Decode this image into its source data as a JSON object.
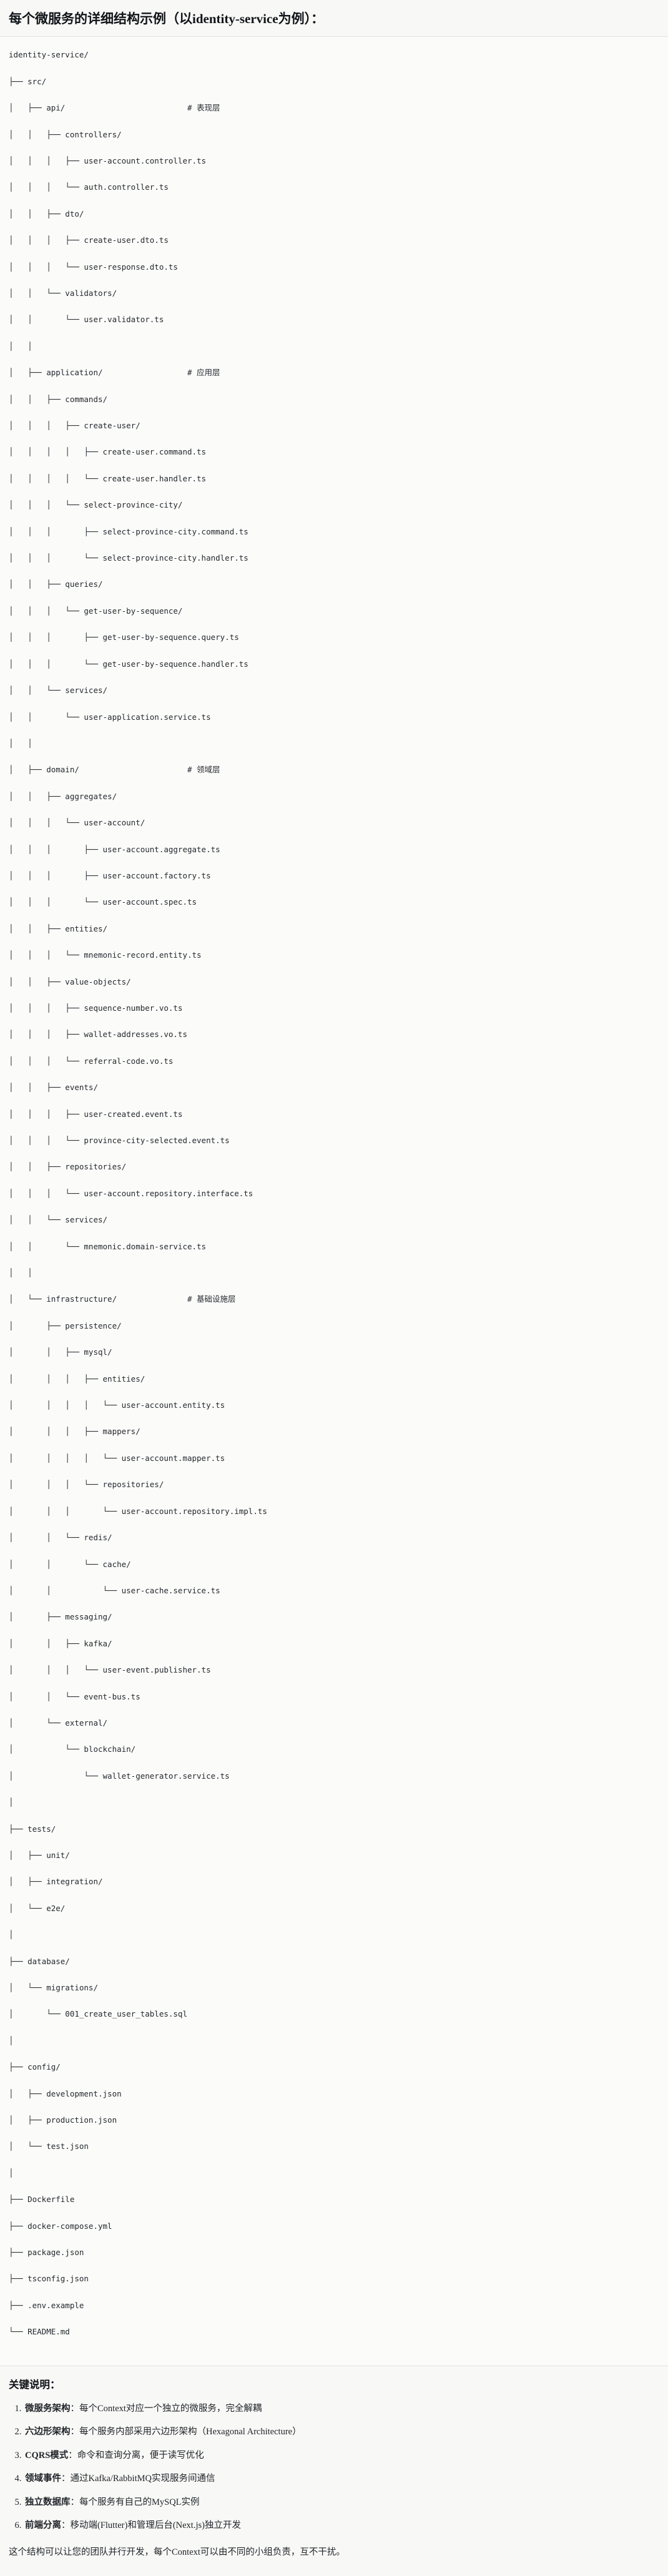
{
  "heading": {
    "title": "每个微服务的详细结构示例（以identity-service为例）："
  },
  "tree": {
    "lines": [
      "identity-service/",
      "├── src/",
      "│   ├── api/                          # 表现层",
      "│   │   ├── controllers/",
      "│   │   │   ├── user-account.controller.ts",
      "│   │   │   └── auth.controller.ts",
      "│   │   ├── dto/",
      "│   │   │   ├── create-user.dto.ts",
      "│   │   │   └── user-response.dto.ts",
      "│   │   └── validators/",
      "│   │       └── user.validator.ts",
      "│   │",
      "│   ├── application/                  # 应用层",
      "│   │   ├── commands/",
      "│   │   │   ├── create-user/",
      "│   │   │   │   ├── create-user.command.ts",
      "│   │   │   │   └── create-user.handler.ts",
      "│   │   │   └── select-province-city/",
      "│   │   │       ├── select-province-city.command.ts",
      "│   │   │       └── select-province-city.handler.ts",
      "│   │   ├── queries/",
      "│   │   │   └── get-user-by-sequence/",
      "│   │   │       ├── get-user-by-sequence.query.ts",
      "│   │   │       └── get-user-by-sequence.handler.ts",
      "│   │   └── services/",
      "│   │       └── user-application.service.ts",
      "│   │",
      "│   ├── domain/                       # 领域层",
      "│   │   ├── aggregates/",
      "│   │   │   └── user-account/",
      "│   │   │       ├── user-account.aggregate.ts",
      "│   │   │       ├── user-account.factory.ts",
      "│   │   │       └── user-account.spec.ts",
      "│   │   ├── entities/",
      "│   │   │   └── mnemonic-record.entity.ts",
      "│   │   ├── value-objects/",
      "│   │   │   ├── sequence-number.vo.ts",
      "│   │   │   ├── wallet-addresses.vo.ts",
      "│   │   │   └── referral-code.vo.ts",
      "│   │   ├── events/",
      "│   │   │   ├── user-created.event.ts",
      "│   │   │   └── province-city-selected.event.ts",
      "│   │   ├── repositories/",
      "│   │   │   └── user-account.repository.interface.ts",
      "│   │   └── services/",
      "│   │       └── mnemonic.domain-service.ts",
      "│   │",
      "│   └── infrastructure/               # 基础设施层",
      "│       ├── persistence/",
      "│       │   ├── mysql/",
      "│       │   │   ├── entities/",
      "│       │   │   │   └── user-account.entity.ts",
      "│       │   │   ├── mappers/",
      "│       │   │   │   └── user-account.mapper.ts",
      "│       │   │   └── repositories/",
      "│       │   │       └── user-account.repository.impl.ts",
      "│       │   └── redis/",
      "│       │       └── cache/",
      "│       │           └── user-cache.service.ts",
      "│       ├── messaging/",
      "│       │   ├── kafka/",
      "│       │   │   └── user-event.publisher.ts",
      "│       │   └── event-bus.ts",
      "│       └── external/",
      "│           └── blockchain/",
      "│               └── wallet-generator.service.ts",
      "│",
      "├── tests/",
      "│   ├── unit/",
      "│   ├── integration/",
      "│   └── e2e/",
      "│",
      "├── database/",
      "│   └── migrations/",
      "│       └── 001_create_user_tables.sql",
      "│",
      "├── config/",
      "│   ├── development.json",
      "│   ├── production.json",
      "│   └── test.json",
      "│",
      "├── Dockerfile",
      "├── docker-compose.yml",
      "├── package.json",
      "├── tsconfig.json",
      "├── .env.example",
      "└── README.md"
    ]
  },
  "notes": {
    "title": "关键说明：",
    "items": [
      {
        "term": "微服务架构",
        "body": "：每个Context对应一个独立的微服务，完全解耦"
      },
      {
        "term": "六边形架构",
        "body": "：每个服务内部采用六边形架构（Hexagonal Architecture）"
      },
      {
        "term": "CQRS模式",
        "body": "：命令和查询分离，便于读写优化"
      },
      {
        "term": "领域事件",
        "body": "：通过Kafka/RabbitMQ实现服务间通信"
      },
      {
        "term": "独立数据库",
        "body": "：每个服务有自己的MySQL实例"
      },
      {
        "term": "前端分离",
        "body": "：移动端(Flutter)和管理后台(Next.js)独立开发"
      }
    ],
    "closing": "这个结构可以让您的团队并行开发，每个Context可以由不同的小组负责，互不干扰。"
  }
}
